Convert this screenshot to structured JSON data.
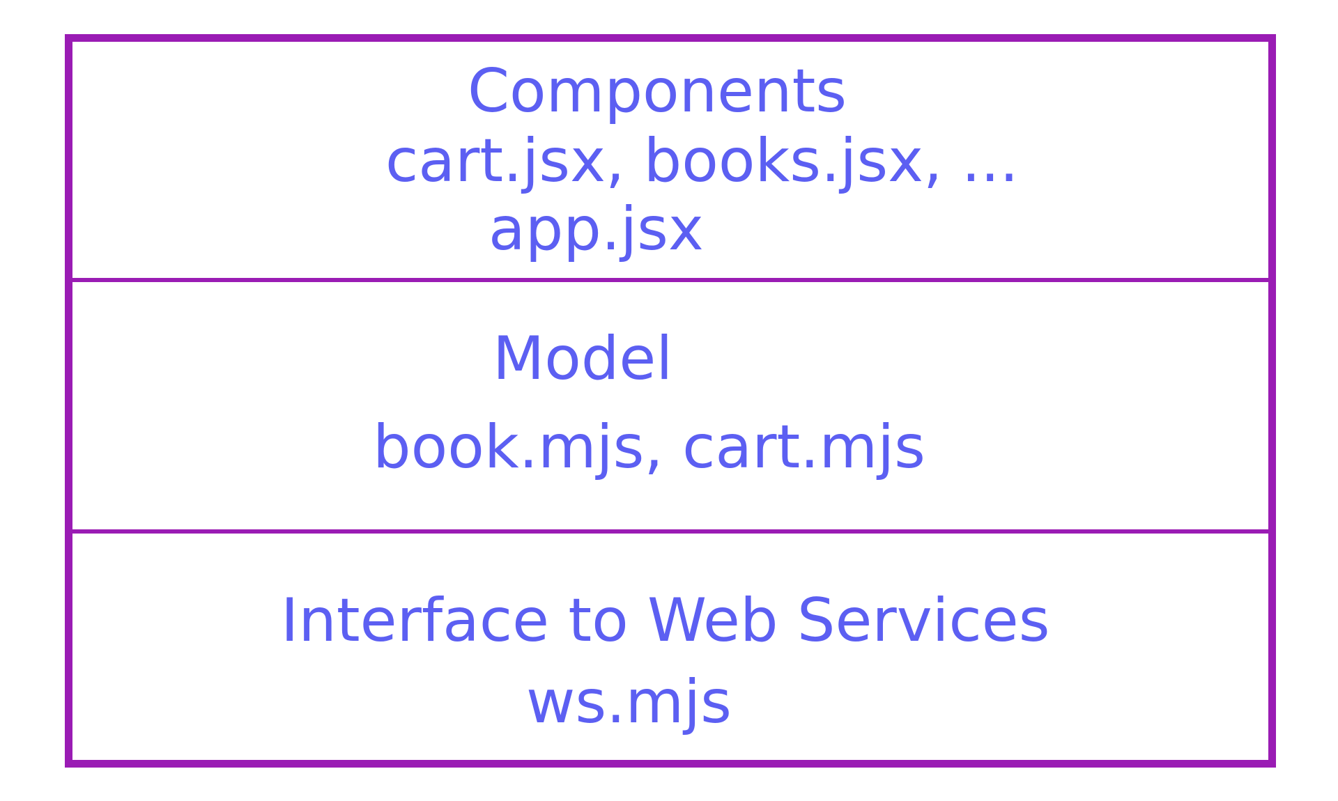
{
  "colors": {
    "border": "#9a1cb4",
    "text": "#5c5ff2",
    "background": "#ffffff"
  },
  "layers": [
    {
      "title": "Components",
      "lines": [
        "cart.jsx, books.jsx, ...",
        "app.jsx"
      ]
    },
    {
      "title": "Model",
      "lines": [
        "book.mjs, cart.mjs"
      ]
    },
    {
      "title": "Interface to Web Services",
      "lines": [
        "ws.mjs"
      ]
    }
  ]
}
